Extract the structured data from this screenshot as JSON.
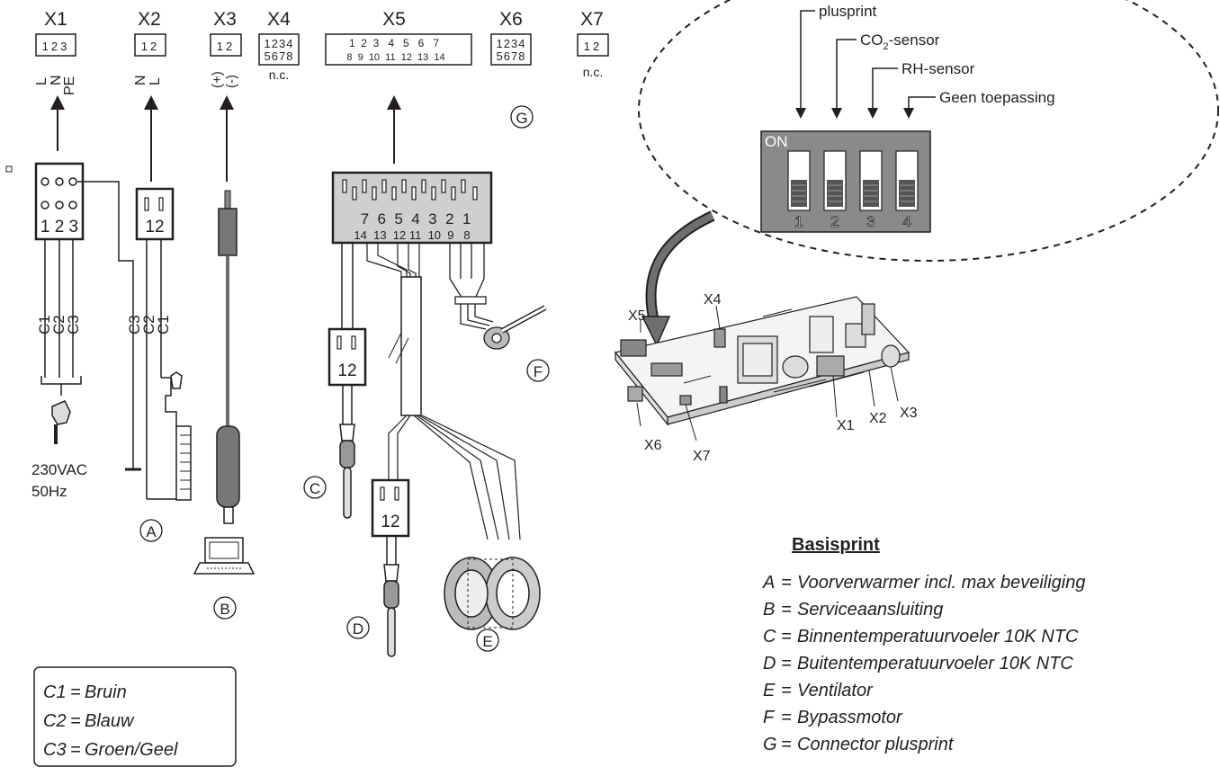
{
  "connectors": [
    {
      "id": "X1",
      "pins": "123",
      "wires": [
        "L",
        "N",
        "PE"
      ]
    },
    {
      "id": "X2",
      "pins": "12",
      "wires": [
        "N",
        "L"
      ]
    },
    {
      "id": "X3",
      "pins": "12",
      "wires": [
        "(+)",
        "(-)"
      ]
    },
    {
      "id": "X4",
      "pins_top": "1234",
      "pins_bottom": "5678",
      "note": "n.c."
    },
    {
      "id": "X5",
      "pins_top": "1  2  3   4   5   6   7",
      "pins_bottom": "8  9  10  11  12  13  14"
    },
    {
      "id": "X6",
      "pins_top": "1234",
      "pins_bottom": "5678"
    },
    {
      "id": "X7",
      "pins": "12",
      "note": "n.c."
    }
  ],
  "x1_plug": {
    "pins": "1 2 3",
    "cables": [
      "C1",
      "C2",
      "C3"
    ],
    "supply": [
      "230VAC",
      "50Hz"
    ]
  },
  "x2_plug": {
    "pins": "12",
    "cables": [
      "C3",
      "C2",
      "C1"
    ]
  },
  "x5_plug": {
    "top": "7  6  5  4  3  2  1",
    "bottom": "14  13  12 11  10  9   8"
  },
  "small_plug_pins": "12",
  "component_labels": [
    "A",
    "B",
    "C",
    "D",
    "E",
    "F",
    "G"
  ],
  "dip_switch": {
    "on_label": "ON",
    "switch_numbers": [
      "1",
      "2",
      "3",
      "4"
    ],
    "callouts": [
      "plusprint",
      "CO",
      "2",
      "-sensor",
      "RH-sensor",
      "Geen toepassing"
    ]
  },
  "pcb_labels": [
    "X5",
    "X4",
    "X1",
    "X2",
    "X3",
    "X6",
    "X7"
  ],
  "legend_colors": [
    {
      "code": "C1",
      "sep": "=",
      "name": "Bruin"
    },
    {
      "code": "C2",
      "sep": "=",
      "name": "Blauw"
    },
    {
      "code": "C3",
      "sep": "=",
      "name": "Groen/Geel"
    }
  ],
  "basisprint": {
    "title": "Basisprint",
    "items": [
      {
        "letter": "A",
        "sep": "=",
        "text": "Voorverwarmer incl. max beveiliging"
      },
      {
        "letter": "B",
        "sep": "=",
        "text": "Serviceaansluiting"
      },
      {
        "letter": "C",
        "sep": "=",
        "text": "Binnentemperatuurvoeler 10K NTC"
      },
      {
        "letter": "D",
        "sep": "=",
        "text": "Buitentemperatuurvoeler 10K NTC"
      },
      {
        "letter": "E",
        "sep": "=",
        "text": "Ventilator"
      },
      {
        "letter": "F",
        "sep": "=",
        "text": "Bypassmotor"
      },
      {
        "letter": "G",
        "sep": "=",
        "text": "Connector plusprint"
      }
    ]
  },
  "colors": {
    "line": "#231f20",
    "plug_fill": "#c8c8c8",
    "dip_fill": "#8a8a8a",
    "cable_dark": "#6d6d6d"
  }
}
